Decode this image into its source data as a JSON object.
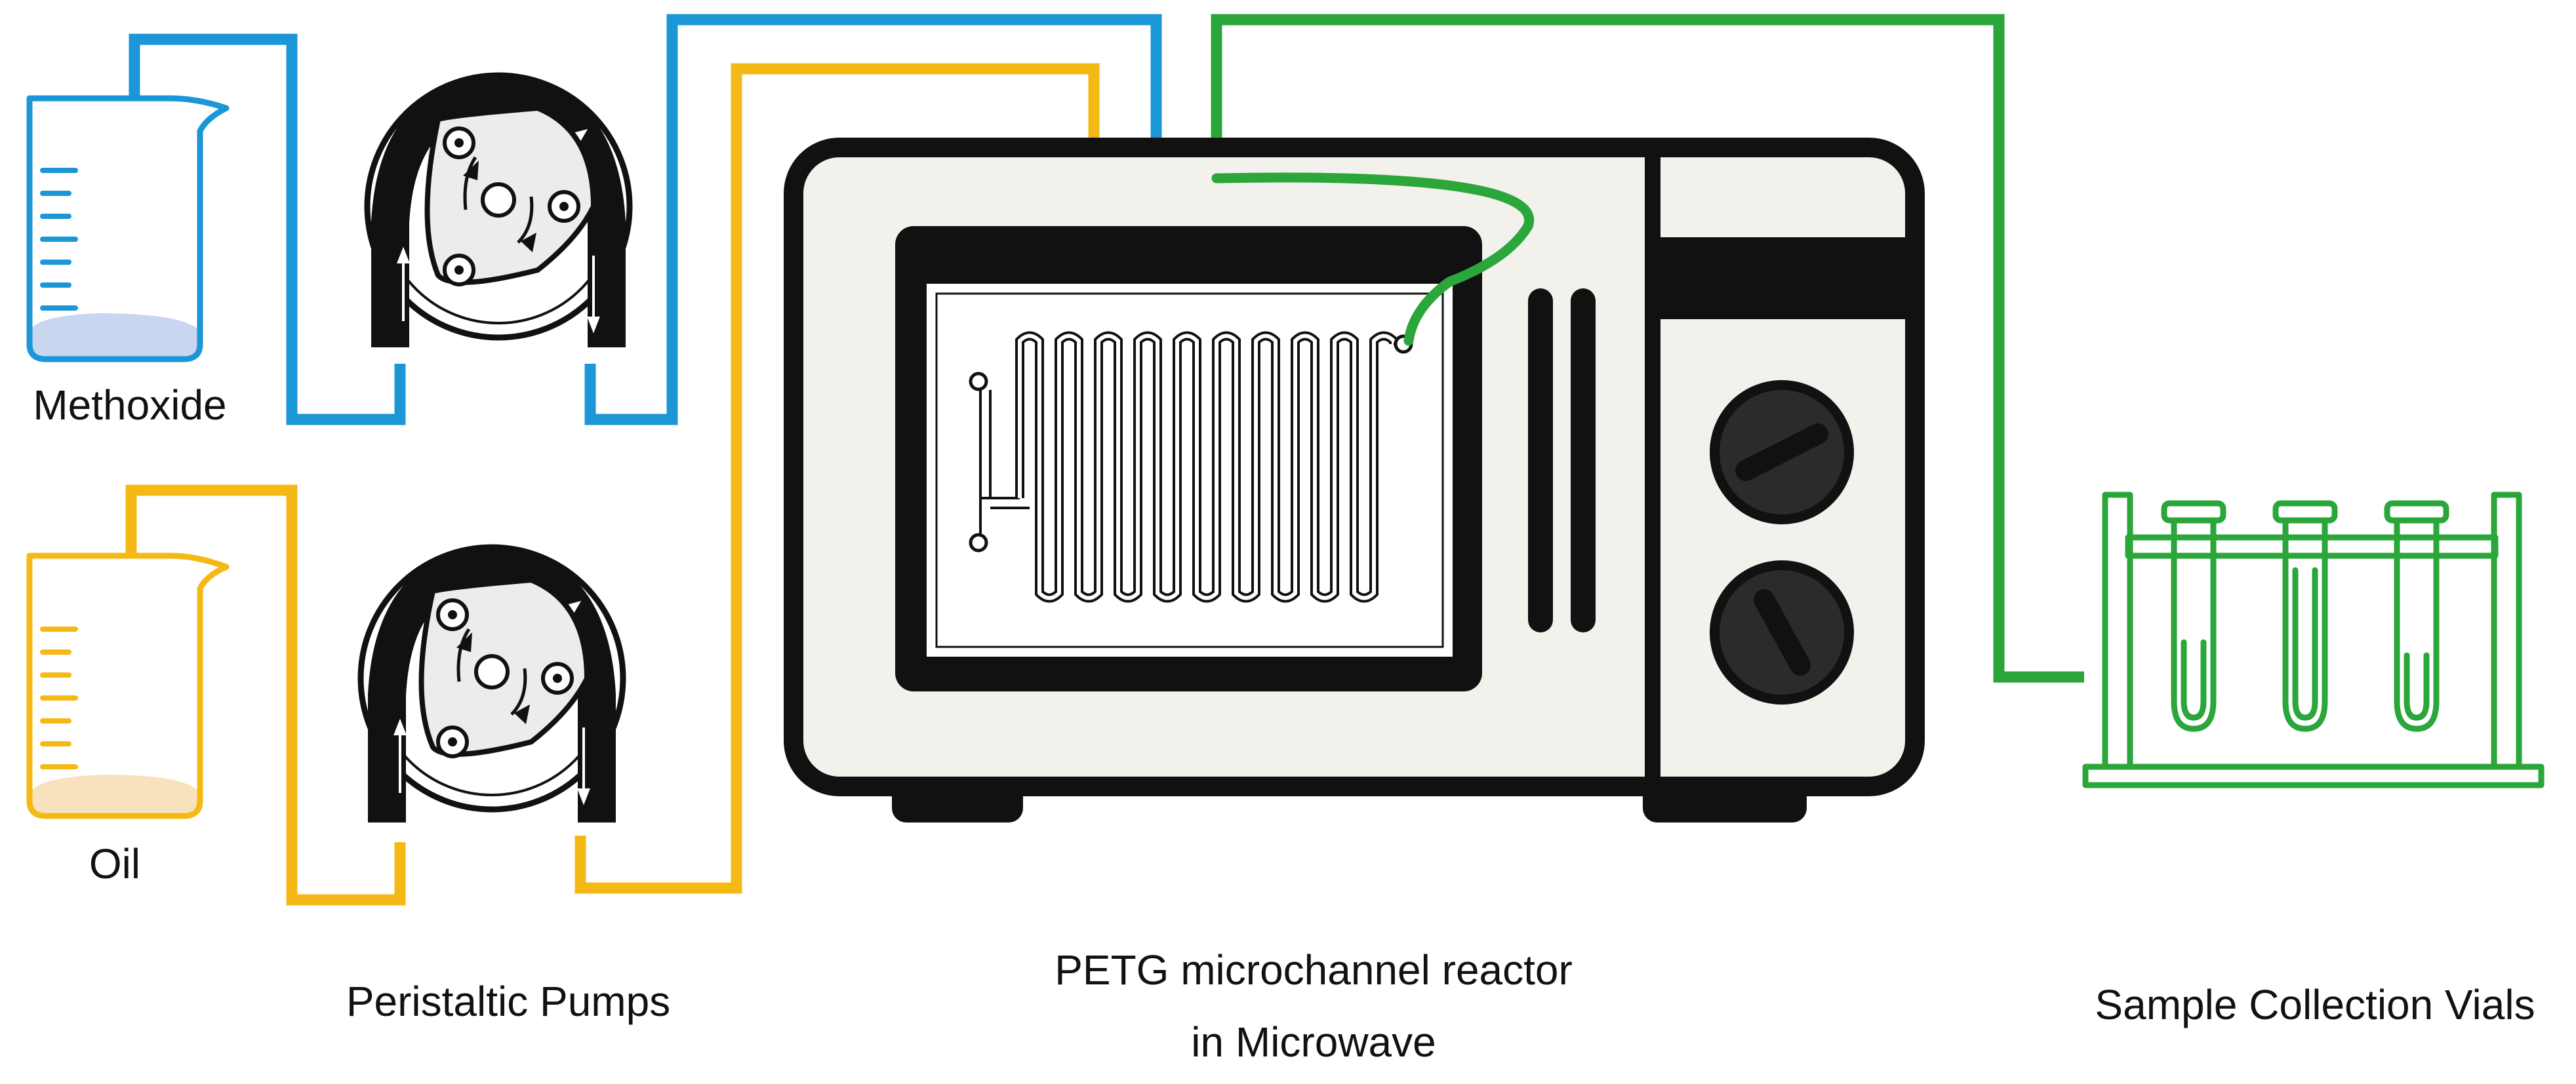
{
  "labels": {
    "methoxide": "Methoxide",
    "oil": "Oil",
    "pumps": "Peristaltic Pumps",
    "reactor_line1": "PETG microchannel reactor",
    "reactor_line2": "in Microwave",
    "vials": "Sample Collection Vials"
  },
  "colors": {
    "methoxide_line": "#1b96d6",
    "oil_line": "#f5b916",
    "output_line": "#2aa63a",
    "methoxide_fill": "#c9d6ef",
    "oil_fill": "#f8e2bd",
    "microwave_body": "#f3f1ec",
    "outline": "#111111"
  },
  "icons": [
    "beaker-icon",
    "peristaltic-pump-icon",
    "microwave-icon",
    "microchannel-reactor-icon",
    "test-tube-rack-icon"
  ]
}
